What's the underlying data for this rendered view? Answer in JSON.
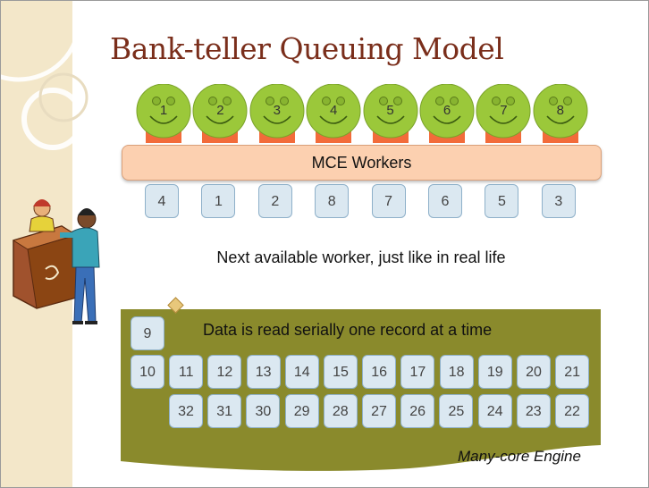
{
  "slide": {
    "title": "Bank-teller Queuing Model",
    "workers_label": "MCE Workers",
    "workers": [
      "1",
      "2",
      "3",
      "4",
      "5",
      "6",
      "7",
      "8"
    ],
    "assigned": [
      "4",
      "1",
      "2",
      "8",
      "7",
      "6",
      "5",
      "3"
    ],
    "next_text": "Next available worker, just like in real life",
    "serial_text": "Data is read serially one record at a time",
    "queue_head": "9",
    "queue_row1": [
      "10",
      "11",
      "12",
      "13",
      "14",
      "15",
      "16",
      "17",
      "18",
      "19",
      "20",
      "21"
    ],
    "queue_row2": [
      "32",
      "31",
      "30",
      "29",
      "28",
      "27",
      "26",
      "25",
      "24",
      "23",
      "22"
    ],
    "engine_label": "Many-core Engine"
  },
  "colors": {
    "title": "#7a2e1b",
    "head": "#9bc83a",
    "base": "#f26b3a",
    "bar": "#fcd0b0",
    "chip": "#dbe8f1",
    "engine": "#8a8a2c"
  }
}
